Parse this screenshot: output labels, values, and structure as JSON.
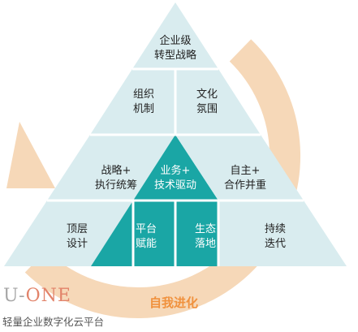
{
  "colors": {
    "cycle_arrow": "#f6d8b8",
    "light_cell": "#d9ecef",
    "dark_cell": "#1aa6a5",
    "divider": "#ffffff",
    "evolve_text": "#f0913d"
  },
  "pyramid": {
    "tier1": {
      "label_1": "企业级",
      "label_2": "转型战略"
    },
    "tier2": {
      "left": {
        "label_1": "组织",
        "label_2": "机制"
      },
      "right": {
        "label_1": "文化",
        "label_2": "氛围"
      }
    },
    "tier3": {
      "left": {
        "label_1": "战略+",
        "label_2": "执行统筹"
      },
      "center": {
        "label_1": "业务+",
        "label_2": "技术驱动"
      },
      "right": {
        "label_1": "自主+",
        "label_2": "合作并重"
      }
    },
    "tier4": {
      "left": {
        "label_1": "顶层",
        "label_2": "设计"
      },
      "center_left": {
        "label_1": "平台",
        "label_2": "赋能"
      },
      "center_right": {
        "label_1": "生态",
        "label_2": "落地"
      },
      "right": {
        "label_1": "持续",
        "label_2": "迭代"
      }
    }
  },
  "cycle_label": "自我进化",
  "brand": {
    "logo_u": "U-",
    "logo_one": "ONE",
    "subtitle": "轻量企业数字化云平台"
  }
}
